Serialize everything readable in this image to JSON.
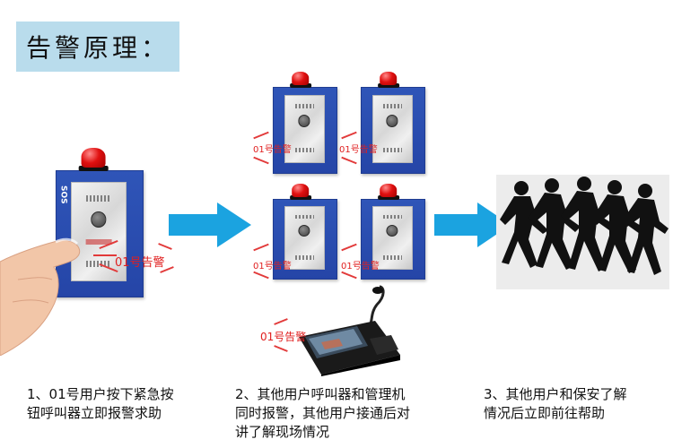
{
  "title": "告警原理：",
  "alarm_label": "01号告警",
  "device_side_text": "SOS",
  "captions": {
    "step1_line1": "1、01号用户按下紧急按",
    "step1_line2": "钮呼叫器立即报警求助",
    "step2_line1": "2、其他用户呼叫器和管理机",
    "step2_line2": "同时报警，其他用户接通后对",
    "step2_line3": "讲了解现场情况",
    "step3_line1": "3、其他用户和保安了解",
    "step3_line2": "情况后立即前往帮助"
  },
  "colors": {
    "title_bg": "#b9dcec",
    "arrow": "#1ba3e0",
    "alarm_text": "#e02020",
    "device_blue": "#2545a7"
  },
  "icons": [
    "hand-icon",
    "arrow-right-icon",
    "runners-silhouette-icon",
    "manager-console-icon",
    "beacon-light-icon"
  ]
}
